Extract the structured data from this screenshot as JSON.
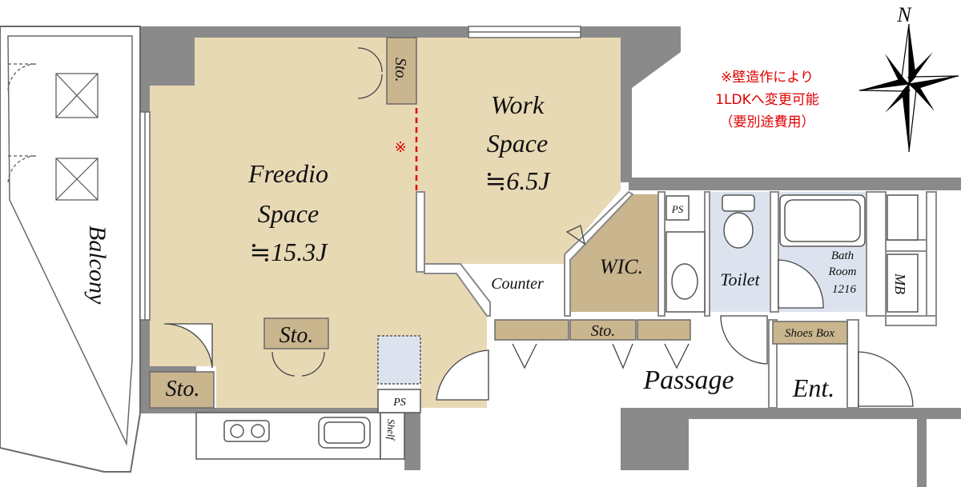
{
  "compass": {
    "north": "N"
  },
  "note": {
    "line1": "※壁造作により",
    "line2": "1LDKへ変更可能",
    "line3": "（要別途費用）",
    "marker": "※"
  },
  "rooms": {
    "balcony": "Balcony",
    "freedio_line1": "Freedio",
    "freedio_line2": "Space",
    "freedio_line3": "≒15.3J",
    "work_line1": "Work",
    "work_line2": "Space",
    "work_line3": "≒6.5J",
    "wic": "WIC.",
    "counter": "Counter",
    "toilet": "Toilet",
    "bath_line1": "Bath",
    "bath_line2": "Room",
    "bath_line3": "1216",
    "mb": "MB",
    "passage": "Passage",
    "entrance": "Ent.",
    "shoes_box": "Shoes Box",
    "sto_top": "Sto.",
    "sto_center": "Sto.",
    "sto_left": "Sto.",
    "sto_passage": "Sto.",
    "ps_kitchen": "PS",
    "ps_toilet": "PS",
    "shelf": "Shelf"
  },
  "colors": {
    "floor": "#e8d9b5",
    "wall": "#8a8a8a",
    "storage": "#c9b58e",
    "wet": "#dde3ee",
    "note": "#e00000"
  }
}
